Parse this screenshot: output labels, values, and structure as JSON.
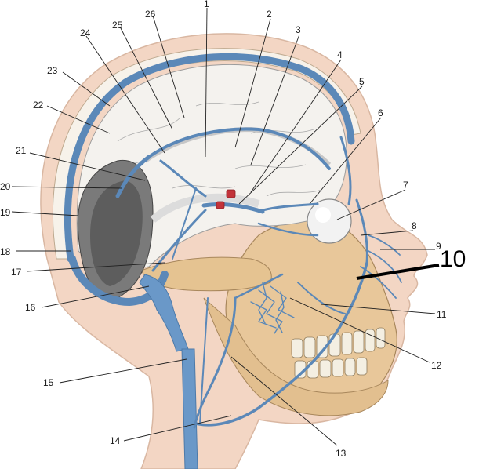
{
  "labels": {
    "l1": "1",
    "l2": "2",
    "l3": "3",
    "l4": "4",
    "l5": "5",
    "l6": "6",
    "l7": "7",
    "l8": "8",
    "l9": "9",
    "l10": "10",
    "l11": "11",
    "l12": "12",
    "l13": "13",
    "l14": "14",
    "l15": "15",
    "l16": "16",
    "l17": "17",
    "l18": "18",
    "l19": "19",
    "l20": "20",
    "l21": "21",
    "l22": "22",
    "l23": "23",
    "l24": "24",
    "l25": "25",
    "l26": "26"
  },
  "colors": {
    "skin": "#f3d6c4",
    "bone": "#e8c79a",
    "vein": "#5b88b8",
    "brain": "#f4f2ee",
    "cavity": "#777777",
    "artery": "#c2333a"
  }
}
